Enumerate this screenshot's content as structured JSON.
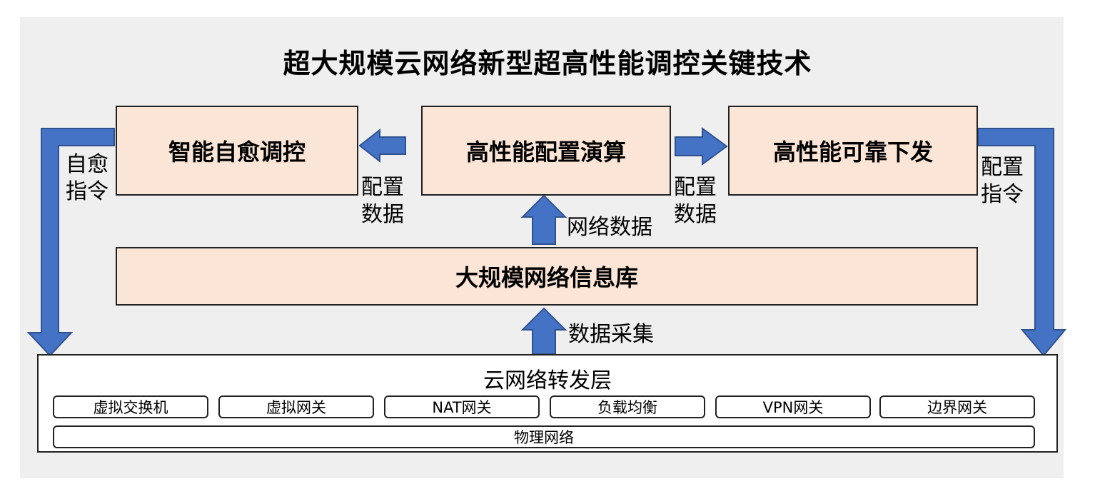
{
  "title": "超大规模云网络新型超高性能调控关键技术",
  "boxes": {
    "self_heal": "智能自愈调控",
    "compute": "高性能配置演算",
    "deliver": "高性能可靠下发",
    "database": "大规模网络信息库"
  },
  "labels": {
    "heal_cmd_line1": "自愈",
    "heal_cmd_line2": "指令",
    "config_data_left_line1": "配置",
    "config_data_left_line2": "数据",
    "config_data_right_line1": "配置",
    "config_data_right_line2": "数据",
    "config_cmd_line1": "配置",
    "config_cmd_line2": "指令",
    "network_data": "网络数据",
    "data_collect": "数据采集"
  },
  "forwarding_layer": {
    "title": "云网络转发层",
    "items": [
      "虚拟交换机",
      "虚拟网关",
      "NAT网关",
      "负载均衡",
      "VPN网关",
      "边界网关"
    ],
    "physical": "物理网络"
  },
  "colors": {
    "arrow_fill": "#4472c4",
    "arrow_stroke": "#2f528f",
    "box_fill": "#fbe5d6",
    "background": "#efefef"
  }
}
